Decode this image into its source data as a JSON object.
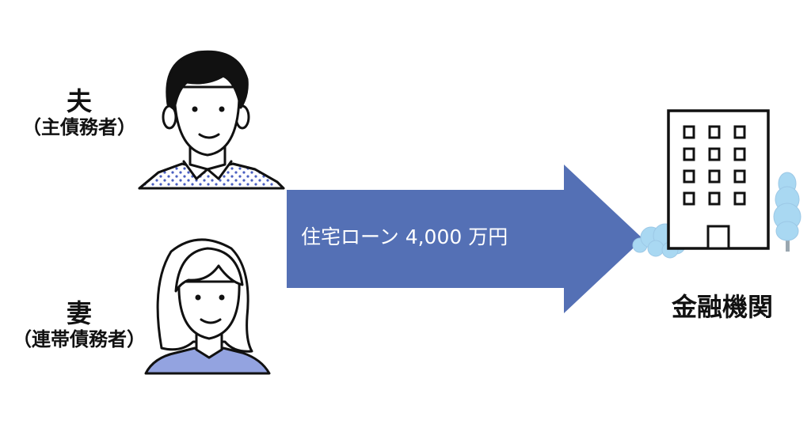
{
  "borrowers": {
    "husband": {
      "name": "夫",
      "role": "（主債務者）"
    },
    "wife": {
      "name": "妻",
      "role": "（連帯債務者）"
    }
  },
  "loan": {
    "label": "住宅ローン 4,000 万円"
  },
  "lender": {
    "label": "金融機関"
  },
  "colors": {
    "arrow": "#5470B5",
    "husband_shirt_dots": "#4A5FC1",
    "wife_shirt": "#93A3E0",
    "trees": "#A9D8F2",
    "outline": "#111111"
  },
  "icons": [
    "man-icon",
    "woman-icon",
    "building-icon",
    "tree-icon",
    "bush-icon"
  ]
}
